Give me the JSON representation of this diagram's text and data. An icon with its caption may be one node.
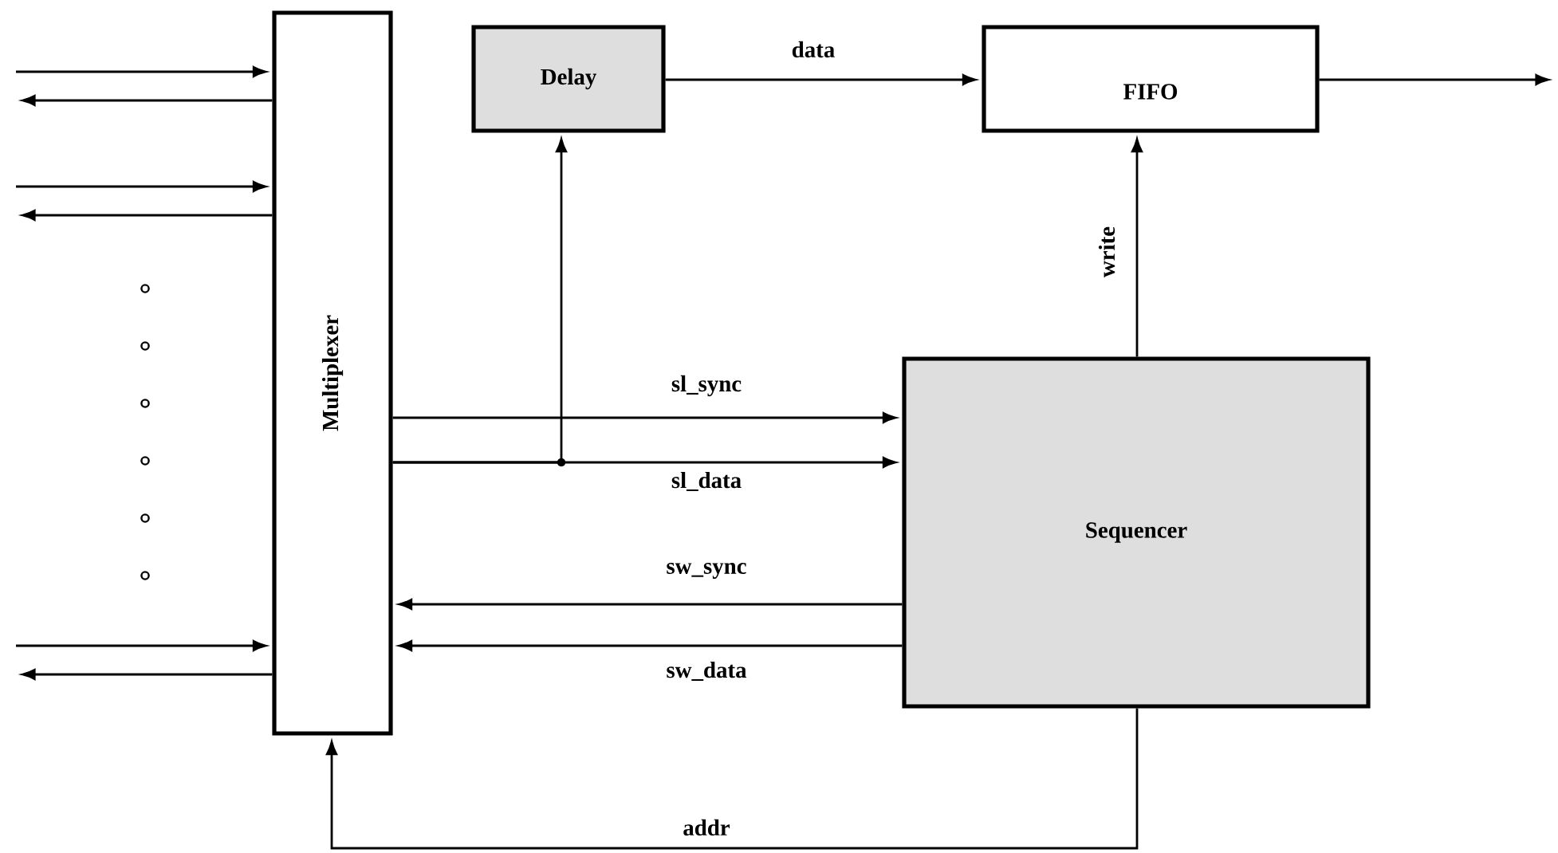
{
  "diagram": {
    "nodes": [
      {
        "text": [
          "Multiplexer"
        ]
      },
      {
        "text": [
          "Delay"
        ]
      },
      {
        "text": [
          "FIFO"
        ]
      },
      {
        "text": [
          "Sequencer"
        ]
      }
    ],
    "edges": [
      {
        "from": null,
        "to": 0,
        "arrow": "to"
      },
      {
        "from": 0,
        "to": null,
        "arrow": "to"
      },
      {
        "from": null,
        "to": 0,
        "arrow": "to"
      },
      {
        "from": 0,
        "to": null,
        "arrow": "to"
      },
      {
        "from": null,
        "to": 0,
        "arrow": "to"
      },
      {
        "from": 0,
        "to": null,
        "arrow": "to"
      },
      {
        "from": 1,
        "to": 2,
        "arrow": "to",
        "label": "data"
      },
      {
        "from": 0,
        "to": 3,
        "arrow": "to",
        "label": "sl_sync"
      },
      {
        "from": 0,
        "to": 3,
        "arrow": "to",
        "label": "sl_data"
      },
      {
        "from": 0,
        "to": 1,
        "arrow": "to"
      },
      {
        "from": 3,
        "to": 0,
        "arrow": "to",
        "label": "sw_sync"
      },
      {
        "from": 3,
        "to": 0,
        "arrow": "to",
        "label": "sw_data"
      },
      {
        "from": 3,
        "to": 2,
        "arrow": "to",
        "label": "write"
      },
      {
        "from": 3,
        "to": 0,
        "arrow": "to",
        "label": "addr"
      },
      {
        "from": 2,
        "to": null,
        "arrow": "to"
      }
    ]
  }
}
